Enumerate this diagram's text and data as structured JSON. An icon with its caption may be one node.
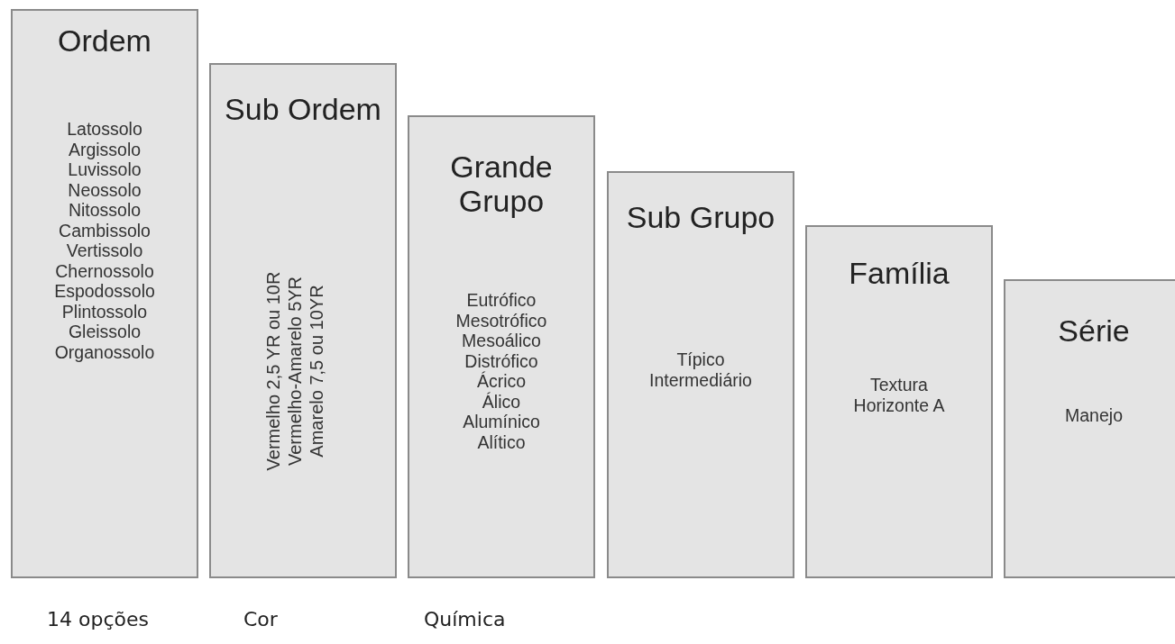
{
  "diagram": {
    "nodes": [
      {
        "text": [
          "Ordem",
          "Latossolo",
          "Argissolo",
          "Luvissolo",
          "Neossolo",
          "Nitossolo",
          "Cambissolo",
          "Vertissolo",
          "Chernossolo",
          "Espodossolo",
          "Plintossolo",
          "Gleissolo",
          "Organossolo"
        ]
      },
      {
        "text": [
          "Sub Ordem",
          "Vermelho 2,5 YR ou 10R",
          "Vermelho-Amarelo 5YR",
          "Amarelo 7,5 ou 10YR"
        ]
      },
      {
        "text": [
          "Grande Grupo",
          "Eutrófico",
          "Mesotrófico",
          "Mesoálico",
          "Distrófico",
          "Ácrico",
          "Álico",
          "Alumínico",
          "Alítico"
        ]
      },
      {
        "text": [
          "Sub Grupo",
          "Típico",
          "Intermediário"
        ]
      },
      {
        "text": [
          "Família",
          "Textura",
          "Horizonte A"
        ]
      },
      {
        "text": [
          "Série",
          "Manejo"
        ]
      }
    ],
    "labels": [
      "14 opções",
      "Cor",
      "Química"
    ]
  }
}
